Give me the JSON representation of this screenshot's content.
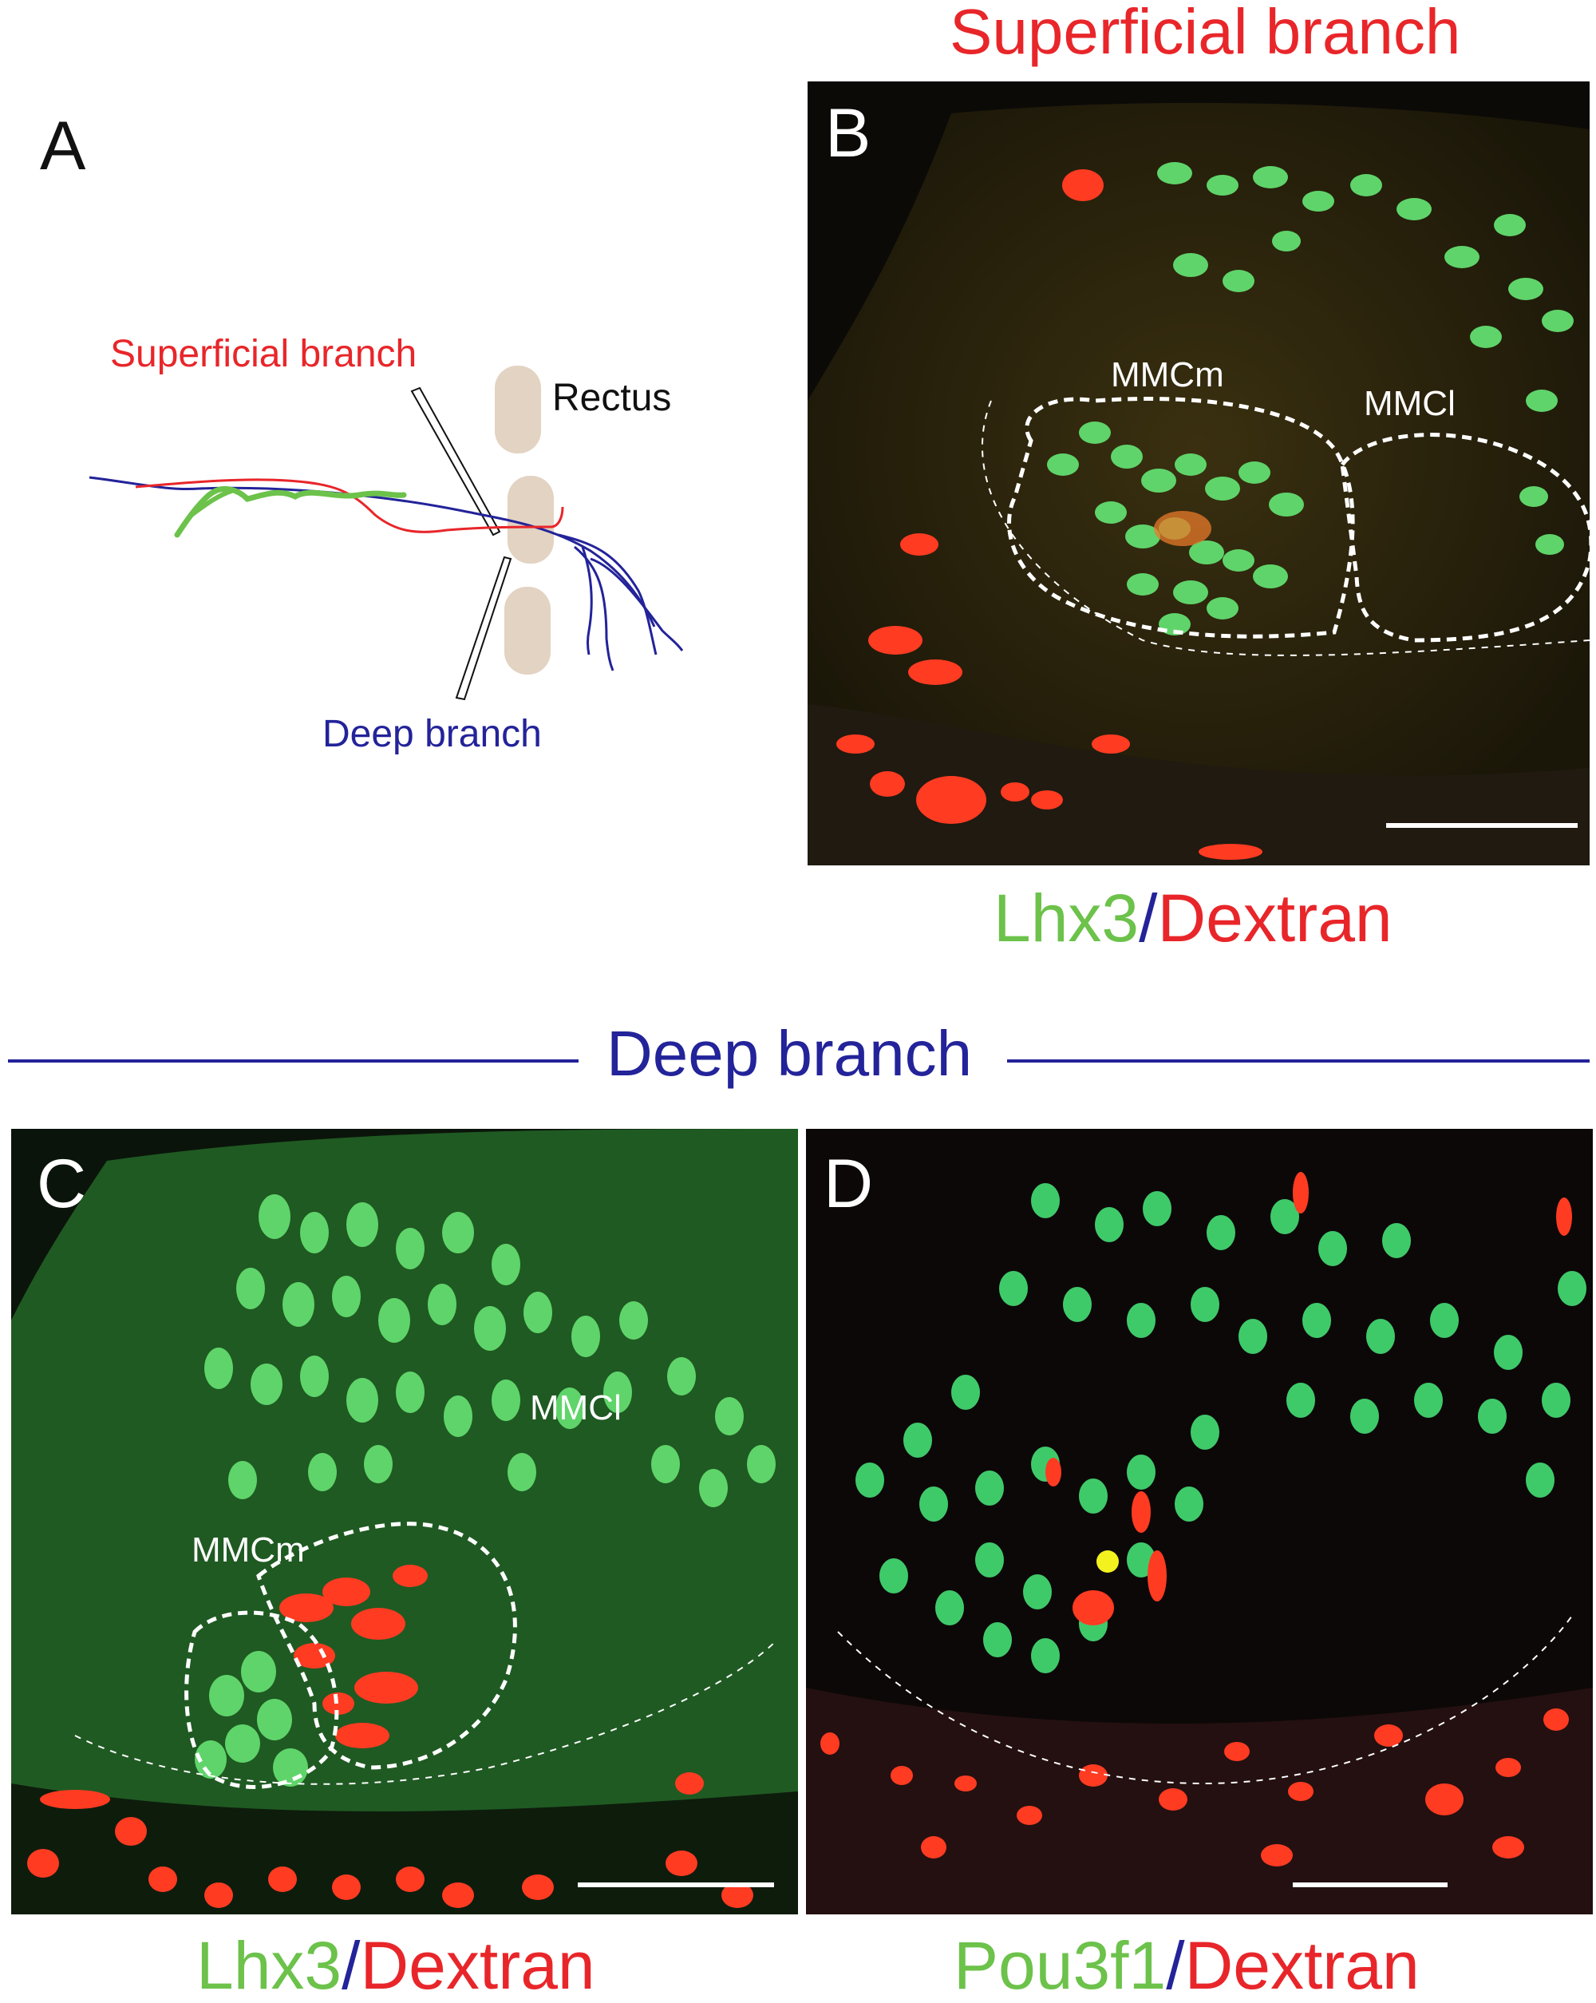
{
  "top_title": "Superficial branch",
  "section_title": "Deep branch",
  "colors": {
    "red": "#e8262a",
    "blue": "#23239a",
    "green": "#6cc24a",
    "cell_green": "#5fd46a",
    "cell_red": "#ff3b22",
    "muscle": "#e3d3c2"
  },
  "panel_a": {
    "letter": "A",
    "superficial_label": "Superficial branch",
    "rectus_label": "Rectus",
    "deep_label": "Deep branch"
  },
  "panel_b": {
    "letter": "B",
    "region_left": "MMCm",
    "region_right": "MMCl",
    "caption_part1": "Lhx3",
    "caption_sep": "/",
    "caption_part2": "Dextran"
  },
  "panel_c": {
    "letter": "C",
    "region_left": "MMCm",
    "region_right": "MMCl",
    "caption_part1": "Lhx3",
    "caption_sep": "/",
    "caption_part2": "Dextran"
  },
  "panel_d": {
    "letter": "D",
    "caption_part1": "Pou3f1",
    "caption_sep": "/",
    "caption_part2": "Dextran"
  }
}
